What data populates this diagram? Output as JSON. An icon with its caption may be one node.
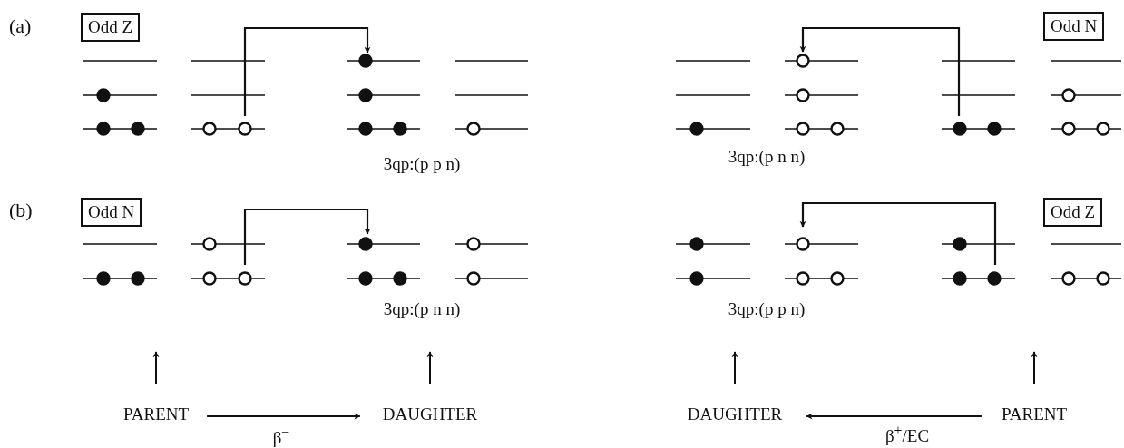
{
  "diagram": {
    "nodes": [
      {
        "text": [
          "Odd Z"
        ]
      },
      {
        "text": [
          "Odd N"
        ]
      },
      {
        "text": [
          "Odd N"
        ]
      },
      {
        "text": [
          "Odd Z"
        ]
      },
      {
        "text": [
          "PARENT"
        ]
      },
      {
        "text": [
          "DAUGHTER"
        ]
      },
      {
        "text": [
          "DAUGHTER"
        ]
      },
      {
        "text": [
          "PARENT"
        ]
      }
    ],
    "edges": [
      {
        "from": 4,
        "to": null,
        "arrow": "to"
      },
      {
        "from": 5,
        "to": null,
        "arrow": "to"
      },
      {
        "from": 6,
        "to": null,
        "arrow": "to"
      },
      {
        "from": 7,
        "to": null,
        "arrow": "to"
      },
      {
        "from": 4,
        "to": 5,
        "arrow": "to",
        "label": "β$^{−}$"
      },
      {
        "from": 7,
        "to": 6,
        "arrow": "to",
        "label": "β$^{+}$/EC"
      }
    ],
    "labels": [
      "(a)",
      "3qp:(p p n)",
      "3qp:(p n n)",
      "(b)",
      "3qp:(p n n)",
      "3qp:(p p n)"
    ]
  }
}
